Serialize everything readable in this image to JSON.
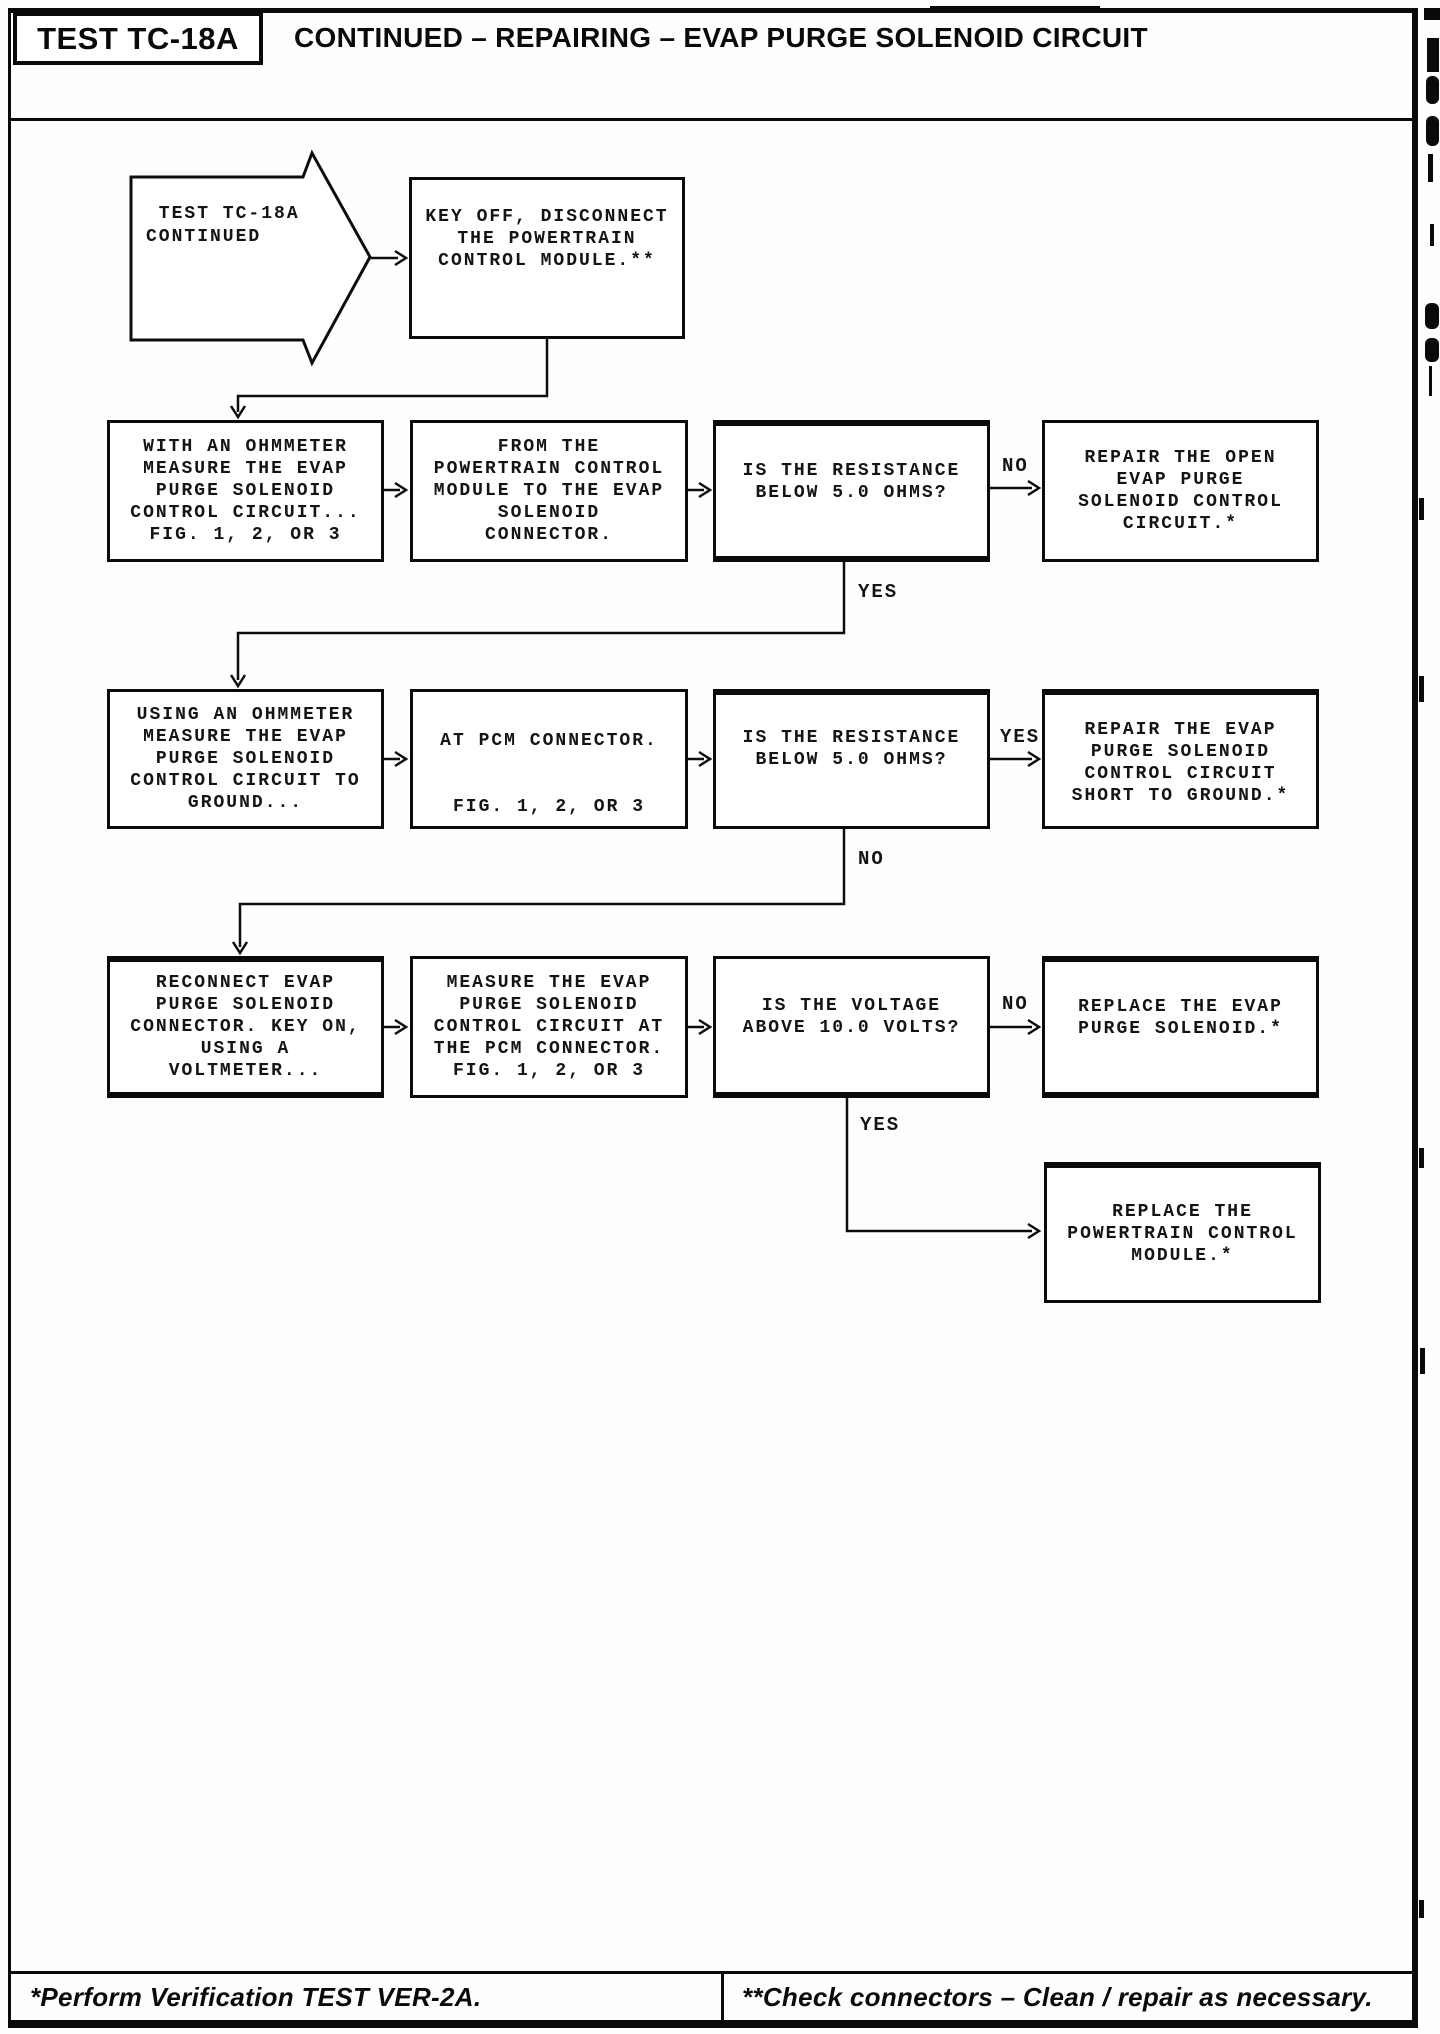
{
  "header": {
    "test_label": "TEST TC-18A",
    "title": "CONTINUED – REPAIRING – EVAP PURGE SOLENOID CIRCUIT"
  },
  "flowchart": {
    "start": {
      "lines": [
        " TEST TC-18A",
        "CONTINUED"
      ]
    },
    "step_key_off": {
      "lines": [
        "KEY OFF, DISCONNECT",
        "THE POWERTRAIN",
        "CONTROL MODULE.**"
      ]
    },
    "rows": [
      {
        "a": {
          "lines": [
            "WITH AN OHMMETER",
            "MEASURE THE EVAP",
            "PURGE SOLENOID",
            "CONTROL CIRCUIT...",
            "FIG. 1, 2, OR 3"
          ]
        },
        "b": {
          "lines": [
            "FROM THE",
            "POWERTRAIN CONTROL",
            "MODULE TO THE EVAP",
            "SOLENOID",
            "CONNECTOR."
          ]
        },
        "c": {
          "lines": [
            "IS THE RESISTANCE",
            "BELOW 5.0 OHMS?"
          ]
        },
        "d": {
          "lines": [
            "REPAIR THE OPEN",
            "EVAP PURGE",
            "SOLENOID CONTROL",
            "CIRCUIT.*"
          ]
        },
        "branch_right": "NO",
        "branch_down": "YES"
      },
      {
        "a": {
          "lines": [
            "USING AN OHMMETER",
            "MEASURE THE EVAP",
            "PURGE SOLENOID",
            "CONTROL CIRCUIT TO",
            "GROUND..."
          ]
        },
        "b": {
          "lines": [
            "AT PCM CONNECTOR.",
            "",
            "",
            "FIG. 1, 2, OR 3"
          ]
        },
        "c": {
          "lines": [
            "IS THE RESISTANCE",
            "BELOW 5.0 OHMS?"
          ]
        },
        "d": {
          "lines": [
            "REPAIR THE EVAP",
            "PURGE SOLENOID",
            "CONTROL CIRCUIT",
            "SHORT TO GROUND.*"
          ]
        },
        "branch_right": "YES",
        "branch_down": "NO"
      },
      {
        "a": {
          "lines": [
            "RECONNECT EVAP",
            "PURGE SOLENOID",
            "CONNECTOR. KEY ON,",
            "USING A",
            "VOLTMETER..."
          ]
        },
        "b": {
          "lines": [
            "MEASURE THE EVAP",
            "PURGE SOLENOID",
            "CONTROL CIRCUIT AT",
            "THE PCM CONNECTOR.",
            "FIG. 1, 2, OR 3"
          ]
        },
        "c": {
          "lines": [
            "IS THE VOLTAGE",
            "ABOVE 10.0 VOLTS?"
          ]
        },
        "d": {
          "lines": [
            "REPLACE THE EVAP",
            "PURGE SOLENOID.*"
          ]
        },
        "branch_right": "NO",
        "branch_down": "YES"
      }
    ],
    "final": {
      "lines": [
        "REPLACE THE",
        "POWERTRAIN CONTROL",
        "MODULE.*"
      ]
    }
  },
  "footer": {
    "left_note": "*Perform Verification TEST VER-2A.",
    "right_note": "**Check connectors – Clean / repair as necessary."
  }
}
